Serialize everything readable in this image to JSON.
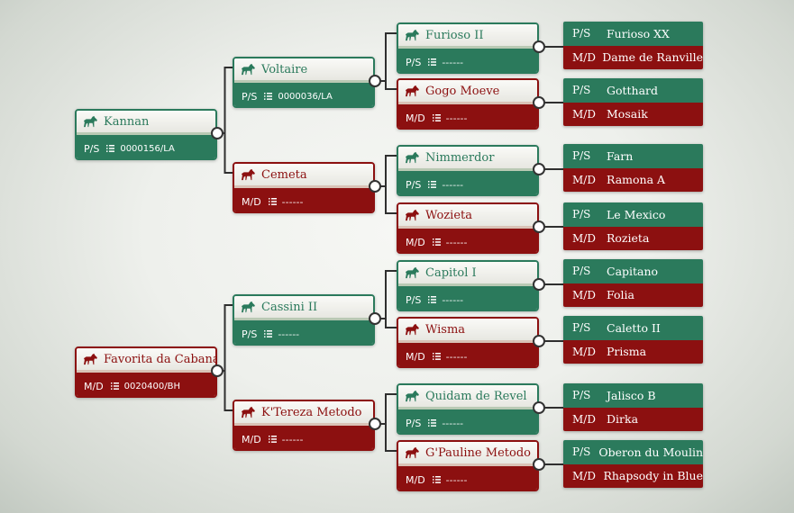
{
  "labels": {
    "sire": "P/S",
    "dam": "M/D"
  },
  "colors": {
    "sire": "#2b7a5c",
    "dam": "#8c1010",
    "connector": "#2f2f2f"
  },
  "icons": {
    "card": "horse-icon",
    "registry": "list-icon"
  },
  "pedigree": {
    "gen1": [
      {
        "name": "Kannan",
        "sex": "sire",
        "code": "0000156/LA"
      },
      {
        "name": "Favorita da Cabana",
        "sex": "dam",
        "code": "0020400/BH"
      }
    ],
    "gen2": [
      {
        "name": "Voltaire",
        "sex": "sire",
        "code": "0000036/LA"
      },
      {
        "name": "Cemeta",
        "sex": "dam",
        "code": "------"
      },
      {
        "name": "Cassini II",
        "sex": "sire",
        "code": "------"
      },
      {
        "name": "K'Tereza Metodo",
        "sex": "dam",
        "code": "------"
      }
    ],
    "gen3": [
      {
        "name": "Furioso II",
        "sex": "sire",
        "code": "------"
      },
      {
        "name": "Gogo Moeve",
        "sex": "dam",
        "code": "------"
      },
      {
        "name": "Nimmerdor",
        "sex": "sire",
        "code": "------"
      },
      {
        "name": "Wozieta",
        "sex": "dam",
        "code": "------"
      },
      {
        "name": "Capitol I",
        "sex": "sire",
        "code": "------"
      },
      {
        "name": "Wisma",
        "sex": "dam",
        "code": "------"
      },
      {
        "name": "Quidam de Revel",
        "sex": "sire",
        "code": "------"
      },
      {
        "name": "G'Pauline Metodo",
        "sex": "dam",
        "code": "------"
      }
    ],
    "gen4": [
      {
        "sire": "Furioso XX",
        "dam": "Dame de Ranville"
      },
      {
        "sire": "Gotthard",
        "dam": "Mosaik"
      },
      {
        "sire": "Farn",
        "dam": "Ramona A"
      },
      {
        "sire": "Le Mexico",
        "dam": "Rozieta"
      },
      {
        "sire": "Capitano",
        "dam": "Folia"
      },
      {
        "sire": "Caletto II",
        "dam": "Prisma"
      },
      {
        "sire": "Jalisco B",
        "dam": "Dirka"
      },
      {
        "sire": "Oberon du Moulin",
        "dam": "Rhapsody in Blue"
      }
    ]
  }
}
